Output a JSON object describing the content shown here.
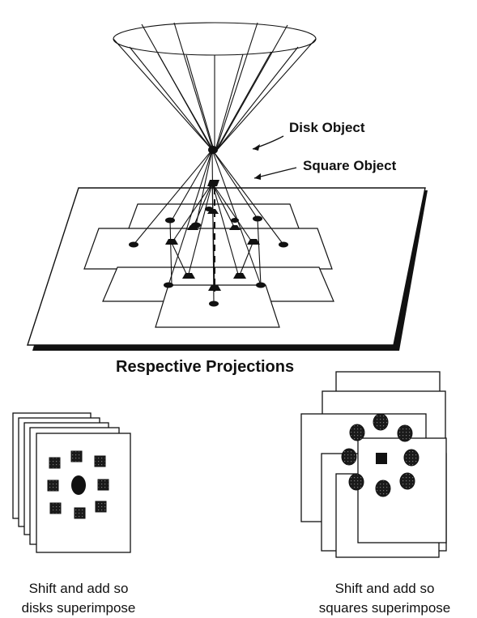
{
  "diagram": {
    "labels": {
      "disk_object": "Disk Object",
      "square_object": "Square Object",
      "respective_projections": "Respective Projections"
    },
    "captions": {
      "left_line1": "Shift and add so",
      "left_line2": "disks superimpose",
      "right_line1": "Shift and add so",
      "right_line2": "squares superimpose"
    },
    "icons": {
      "source_cone": "x-ray-source-cone-icon",
      "disk": "disk-object-icon",
      "square": "square-object-icon"
    },
    "colors": {
      "ink": "#111111",
      "paper": "#ffffff",
      "stipple": "#555555"
    }
  }
}
